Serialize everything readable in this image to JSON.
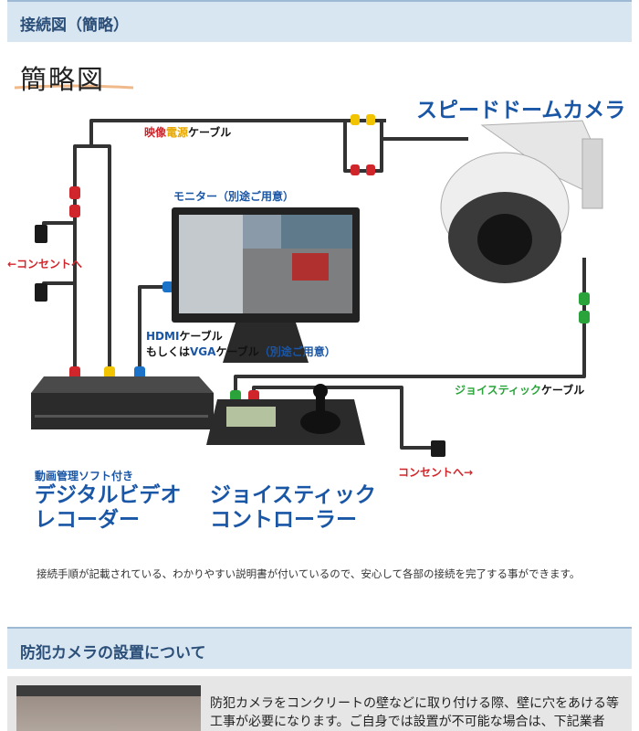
{
  "sections": {
    "connection_title": "接続図（簡略）",
    "install_title": "防犯カメラの設置について"
  },
  "diagram": {
    "heading": "簡略図",
    "camera_title": "スピードドームカメラ",
    "power_cable": {
      "a": "映像",
      "b": "電源",
      "c": "ケーブル"
    },
    "monitor_label": "モニター（別途ご用意）",
    "outlet_left": "←コンセントへ",
    "hdmi": {
      "l1a": "HDMI",
      "l1b": "ケーブル",
      "l2a": "もしくは",
      "l2b": "VGA",
      "l2c": "ケーブル",
      "l2d": "（別途ご用意）"
    },
    "joystick_cable": {
      "a": "ジョイスティック",
      "b": "ケーブル"
    },
    "outlet_right": "コンセントへ→",
    "recorder": {
      "note": "動画管理ソフト付き",
      "line1": "デジタルビデオ",
      "line2": "レコーダー"
    },
    "controller": {
      "line1": "ジョイスティック",
      "line2": "コントローラー"
    }
  },
  "caption": "接続手順が記載されている、わかりやすい説明書が付いているので、安心して各部の接続を完了する事ができます。",
  "install_text": "防犯カメラをコンクリートの壁などに取り付ける際、壁に穴をあける等工事が必要になります。ご自身では設置が不可能な場合は、下記業者で、",
  "colors": {
    "red": "#d0252a",
    "yellow": "#f2c400",
    "blue": "#1a73c8",
    "green": "#2aa43a",
    "cable": "#333333",
    "bar": "#d8e6f2"
  }
}
